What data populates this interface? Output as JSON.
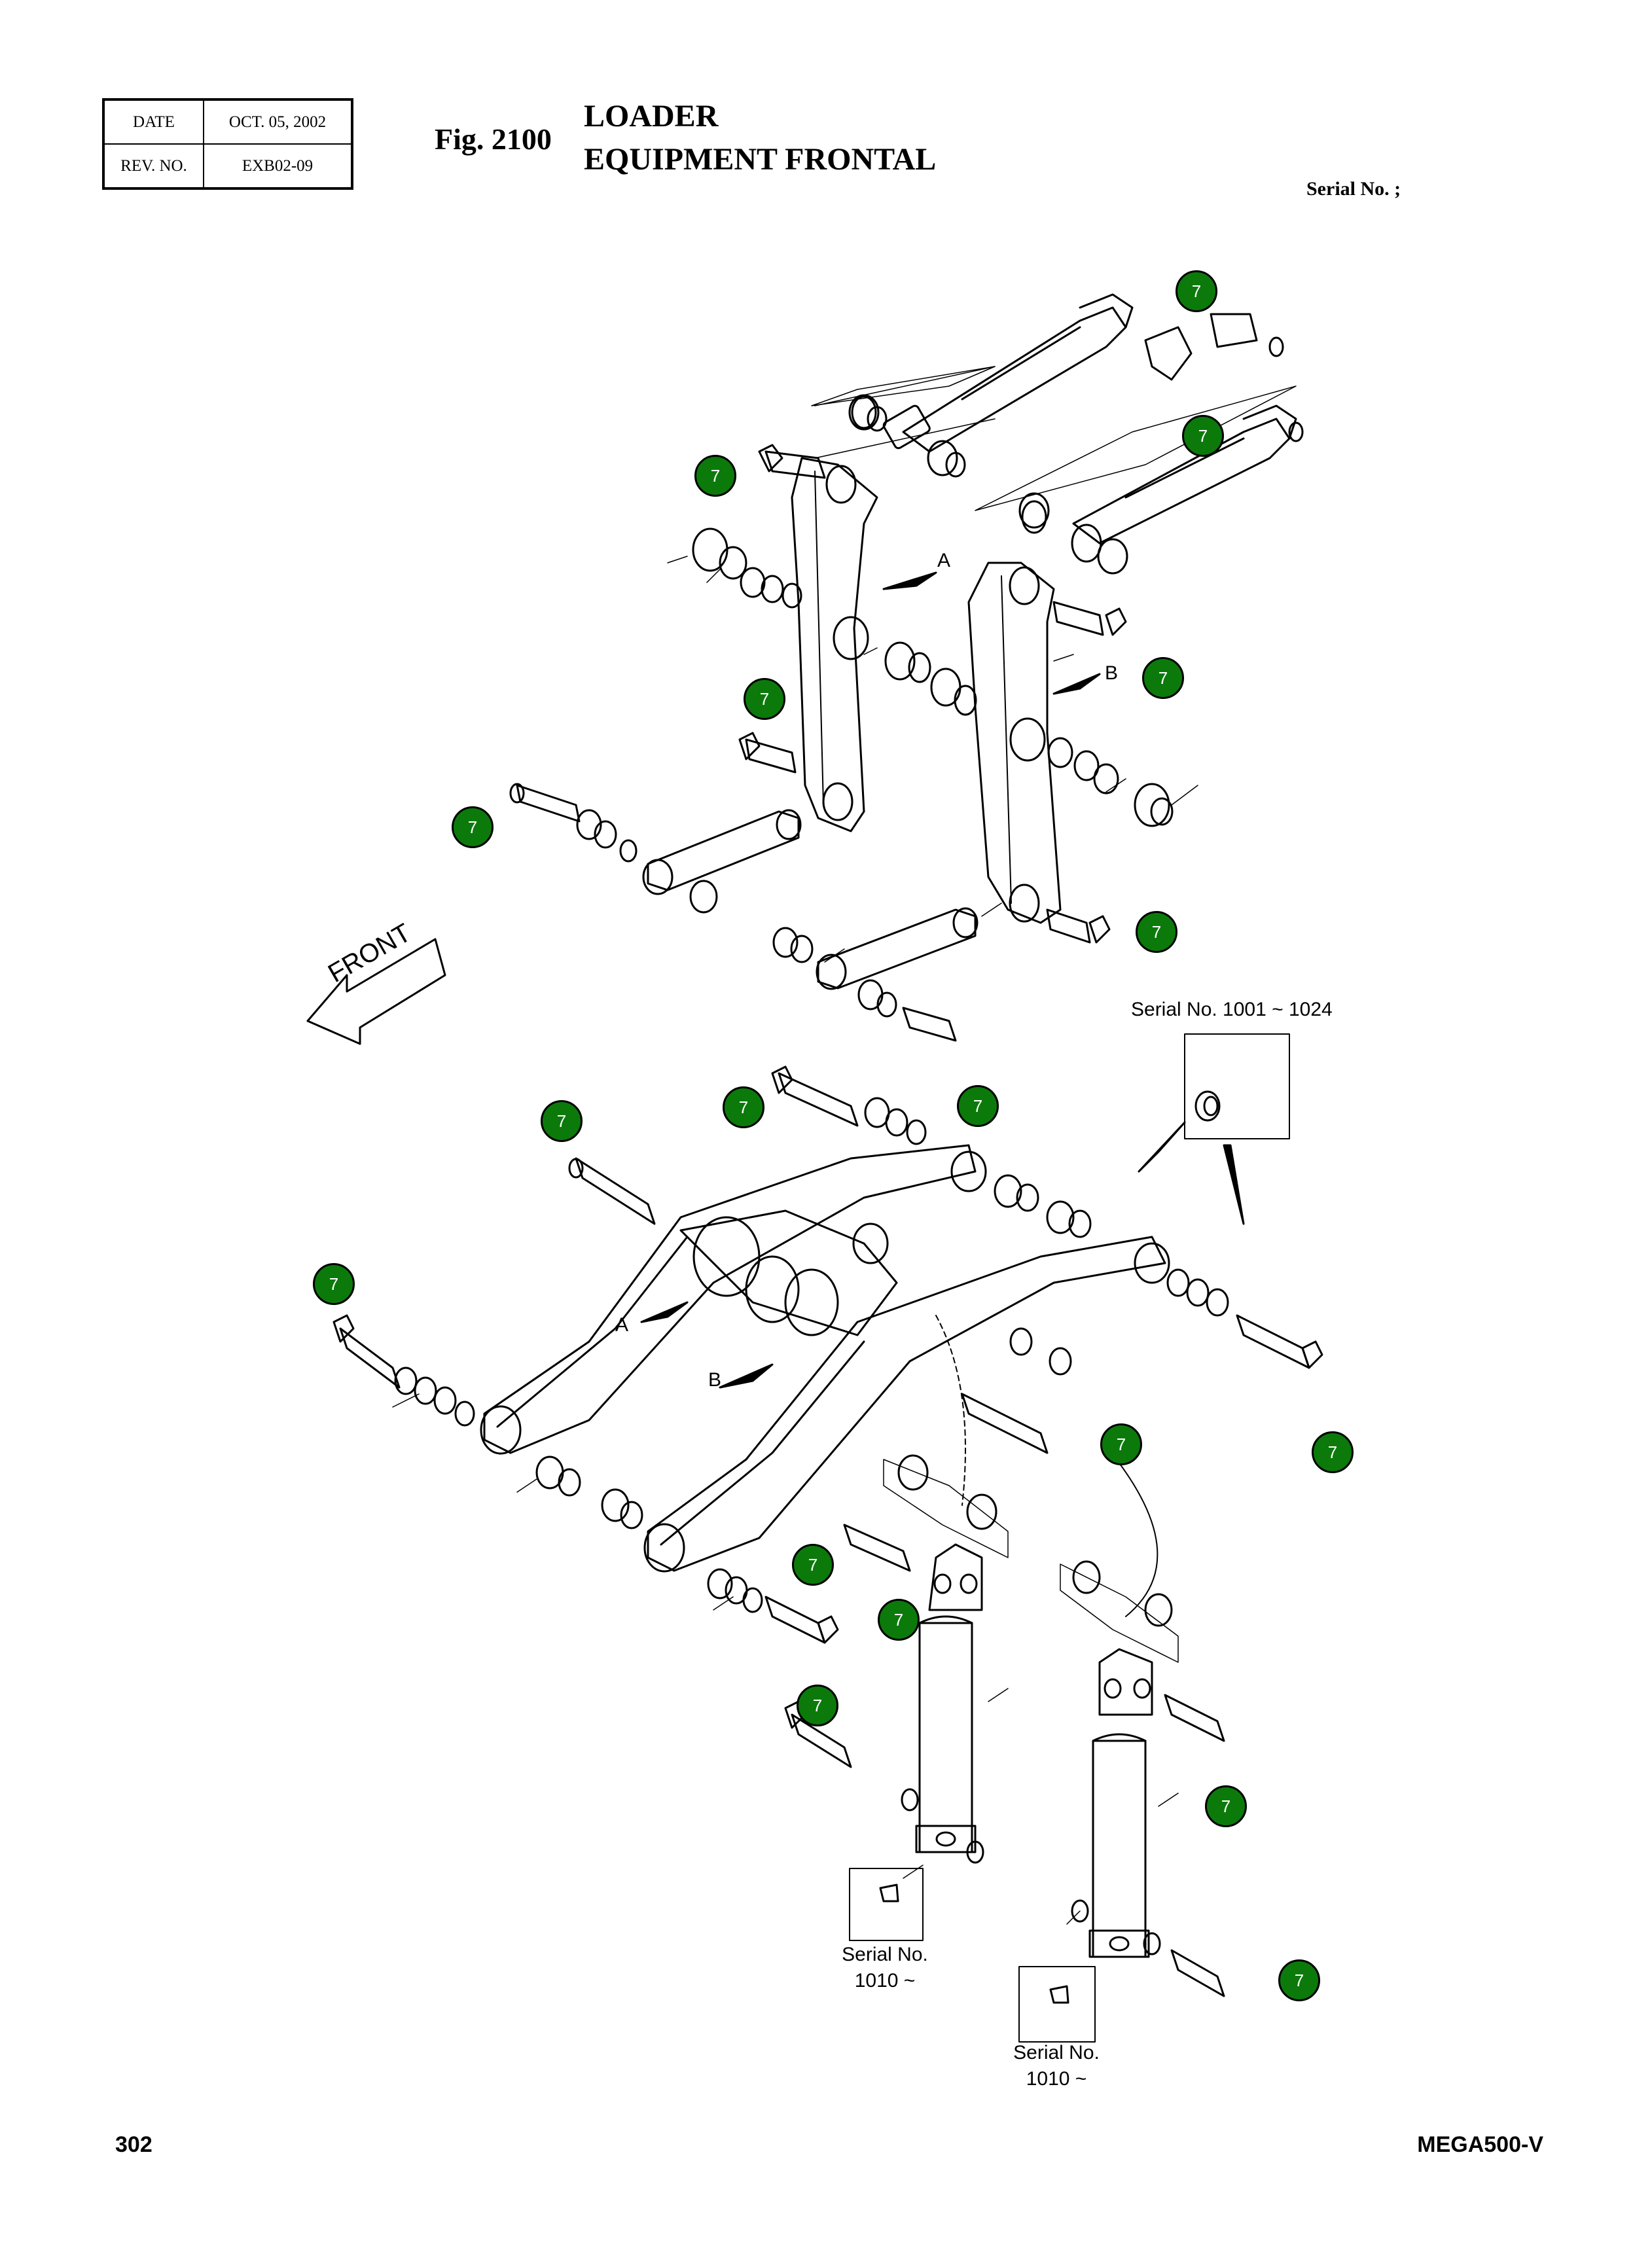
{
  "header": {
    "date_label": "DATE",
    "date_value": "OCT. 05, 2002",
    "rev_label": "REV. NO.",
    "rev_value": "EXB02-09"
  },
  "figure": {
    "number": "Fig. 2100",
    "title_line1": "LOADER",
    "title_line2": "EQUIPMENT FRONTAL",
    "serial": "Serial No. ;"
  },
  "diagram": {
    "front_label": "FRONT",
    "view_a": "A",
    "view_b": "B",
    "inset_serial_range": "Serial No. 1001 ~ 1024",
    "inset_serial_line1": "Serial No.",
    "inset_serial_line2": "1010 ~",
    "callout_number": "7",
    "callout_color": "#0b7a0b",
    "callouts": [
      "7",
      "7",
      "7",
      "7",
      "7",
      "7",
      "7",
      "7",
      "7",
      "7",
      "7",
      "7",
      "7",
      "7",
      "7",
      "7",
      "7",
      "7"
    ]
  },
  "footer": {
    "page_number": "302",
    "model": "MEGA500-V"
  }
}
